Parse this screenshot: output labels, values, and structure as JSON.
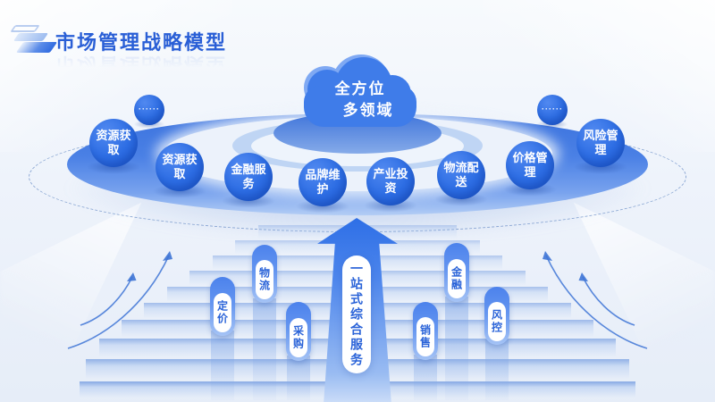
{
  "title": "市场管理战略模型",
  "cloud": {
    "line1": "全方位",
    "line2": "多领域"
  },
  "ring": {
    "items": [
      {
        "label": "······"
      },
      {
        "label": "资源获取"
      },
      {
        "label": "资源获取"
      },
      {
        "label": "金融服务"
      },
      {
        "label": "品牌维护"
      },
      {
        "label": "产业投资"
      },
      {
        "label": "物流配送"
      },
      {
        "label": "价格管理"
      },
      {
        "label": "风险管理"
      },
      {
        "label": "······"
      }
    ]
  },
  "stairs": {
    "arrow_label": "一站式综合服务",
    "pills": [
      {
        "label": "定价"
      },
      {
        "label": "物流"
      },
      {
        "label": "采购"
      },
      {
        "label": "销售"
      },
      {
        "label": "金融"
      },
      {
        "label": "风控"
      }
    ]
  },
  "colors": {
    "accent_blue": "#2e6ee4",
    "title_blue": "#2a5fd6",
    "band_blue": "#4a80e5",
    "text_white": "#ffffff"
  }
}
